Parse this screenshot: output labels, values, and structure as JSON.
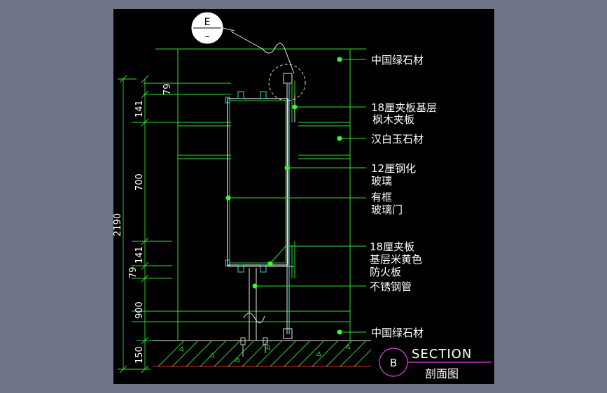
{
  "colors": {
    "background": "#000000",
    "outer_background": "#6e7588",
    "line_green": "#2fe02f",
    "line_cyan": "#35f0f0",
    "line_white": "#e8e8e8",
    "label_text": "#ffffff",
    "callout_circle": "#e040e0",
    "leader_dot": "#2cff2c"
  },
  "detail_marker": {
    "top": "E",
    "bottom": "–"
  },
  "dimensions": {
    "overall": "2190",
    "segments": [
      "79",
      "141",
      "700",
      "141",
      "79",
      "900",
      "150"
    ]
  },
  "labels": [
    "中国绿石材",
    "18厘夹板基层",
    "枫木夹板",
    "汉白玉石材",
    "12厘钢化",
    "玻璃",
    "有框",
    "玻璃门",
    "18厘夹板",
    "基层米黄色",
    "防火板",
    "不锈钢管",
    "中国绿石材"
  ],
  "section_marker": {
    "letter": "B",
    "title": "SECTION",
    "subtitle": "剖面图"
  },
  "icons": [
    "detail-callout-icon",
    "section-marker-icon",
    "break-line-icon",
    "hatch-floor-icon"
  ]
}
